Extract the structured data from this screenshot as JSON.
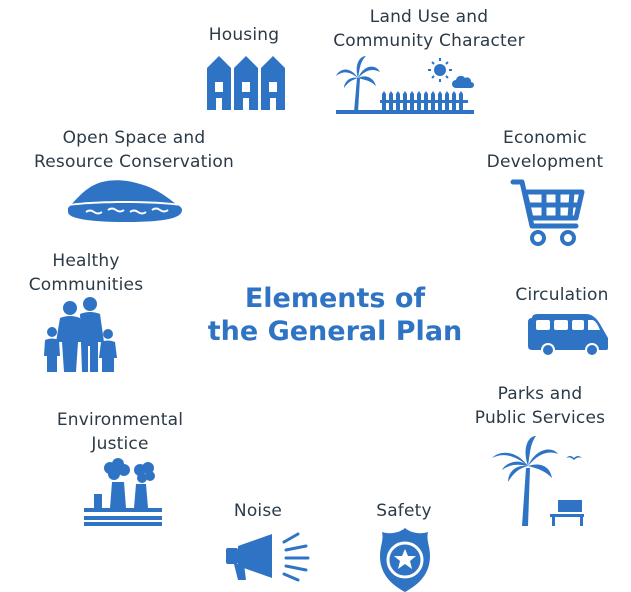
{
  "title": [
    "Elements of",
    "the General Plan"
  ],
  "colors": {
    "accent": "#2f74c4",
    "text": "#2b3a46",
    "background": "#ffffff"
  },
  "elements": [
    {
      "lines": [
        "Housing"
      ],
      "icon": "houses-icon"
    },
    {
      "lines": [
        "Land Use and",
        "Community Character"
      ],
      "icon": "palm-fence-sun-icon"
    },
    {
      "lines": [
        "Economic",
        "Development"
      ],
      "icon": "shopping-cart-icon"
    },
    {
      "lines": [
        "Circulation"
      ],
      "icon": "van-icon"
    },
    {
      "lines": [
        "Parks and",
        "Public Services"
      ],
      "icon": "palm-bench-icon"
    },
    {
      "lines": [
        "Safety"
      ],
      "icon": "police-badge-icon"
    },
    {
      "lines": [
        "Noise"
      ],
      "icon": "megaphone-icon"
    },
    {
      "lines": [
        "Environmental",
        "Justice"
      ],
      "icon": "factory-icon"
    },
    {
      "lines": [
        "Healthy",
        "Communities"
      ],
      "icon": "family-icon"
    },
    {
      "lines": [
        "Open Space and",
        "Resource Conservation"
      ],
      "icon": "island-icon"
    }
  ]
}
